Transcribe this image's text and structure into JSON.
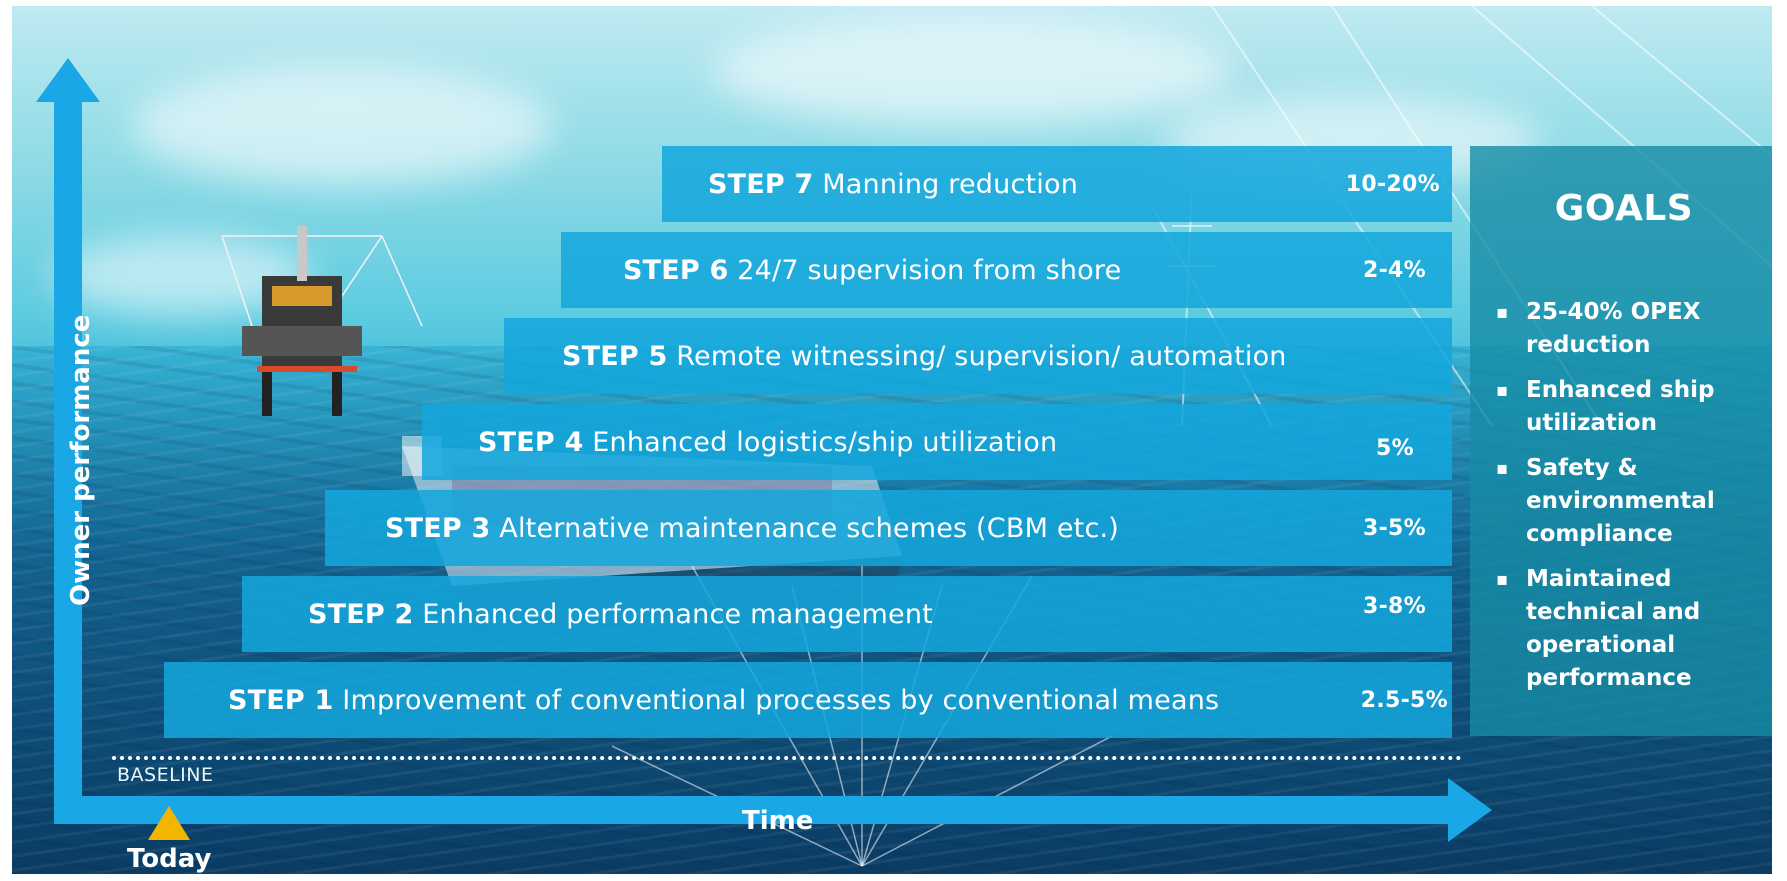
{
  "steps": [
    {
      "number": "STEP 7",
      "label": "Manning reduction",
      "saving": "10-20%"
    },
    {
      "number": "STEP 6",
      "label": "24/7 supervision from shore",
      "saving": "2-4%"
    },
    {
      "number": "STEP 5",
      "label": "Remote witnessing/ supervision/ automation",
      "saving": ""
    },
    {
      "number": "STEP 4",
      "label": "Enhanced logistics/ship utilization",
      "saving": "5%"
    },
    {
      "number": "STEP 3",
      "label": "Alternative maintenance schemes (CBM etc.)",
      "saving": "3-5%"
    },
    {
      "number": "STEP 2",
      "label": "Enhanced performance management",
      "saving": "3-8%"
    },
    {
      "number": "STEP 1",
      "label": "Improvement of conventional processes by conventional means",
      "saving": "2.5-5%"
    }
  ],
  "goals": {
    "title": "GOALS",
    "items": [
      "25-40% OPEX reduction",
      "Enhanced ship utilization",
      "Safety & environmental compliance",
      "Maintained technical and operational performance"
    ]
  },
  "axes": {
    "y_label": "Owner performance",
    "x_label": "Time",
    "baseline_label": "BASELINE",
    "today_label": "Today"
  },
  "colors": {
    "step_fill": "#14a6dc",
    "axis": "#1aa7e6",
    "goals_fill": "#168ca5",
    "today_marker": "#f2b600"
  }
}
